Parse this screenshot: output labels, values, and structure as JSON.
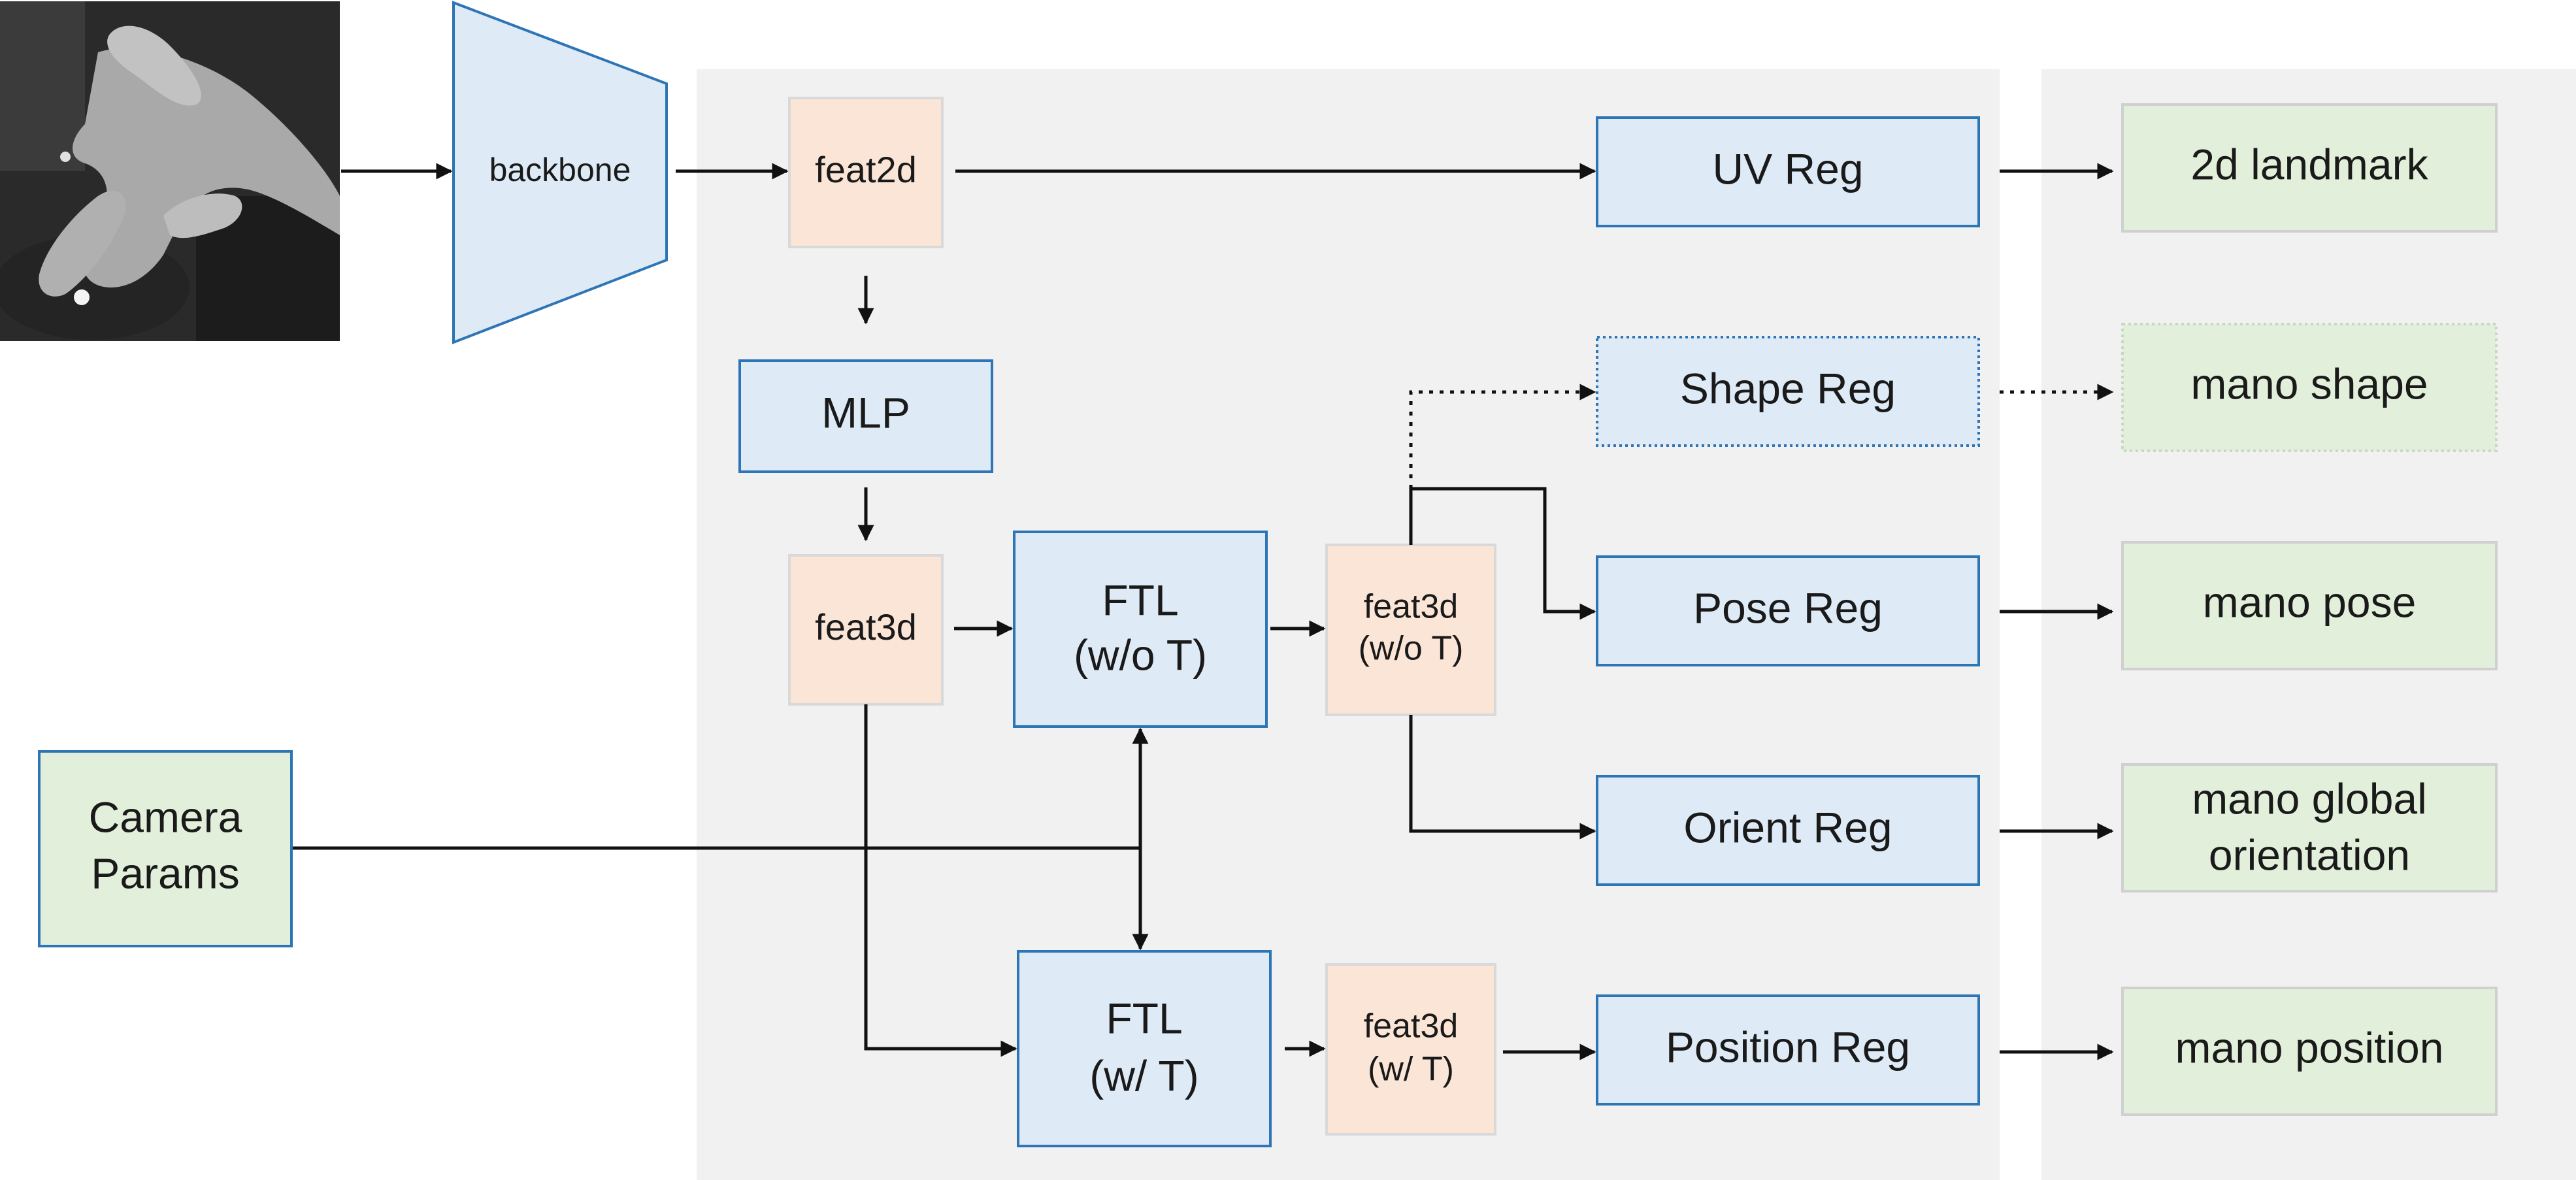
{
  "nodes": {
    "backbone": "backbone",
    "feat2d": "feat2d",
    "mlp": "MLP",
    "feat3d": "feat3d",
    "ftl_wo_t": [
      "FTL",
      "(w/o T)"
    ],
    "ftl_w_t": [
      "FTL",
      "(w/ T)"
    ],
    "feat3d_wo_t": [
      "feat3d",
      "(w/o T)"
    ],
    "feat3d_w_t": [
      "feat3d",
      "(w/ T)"
    ],
    "camera_params": [
      "Camera",
      "Params"
    ],
    "uv_reg": "UV Reg",
    "shape_reg": "Shape Reg",
    "pose_reg": "Pose Reg",
    "orient_reg": "Orient Reg",
    "position_reg": "Position Reg"
  },
  "outputs": {
    "landmark_2d": "2d landmark",
    "mano_shape": "mano shape",
    "mano_pose": "mano pose",
    "mano_global_orientation": [
      "mano global",
      "orientation"
    ],
    "mano_position": "mano position"
  },
  "colors": {
    "panel": "#f1f1f1",
    "blue_fill": "#deeaf6",
    "blue_stroke": "#2e75b6",
    "peach_fill": "#fbe5d7",
    "peach_stroke": "#d9d9d9",
    "green_fill": "#e2efda",
    "green_stroke": "#2e75b6",
    "green_out_stroke": "#d0d0d0",
    "arrow": "#111111"
  }
}
